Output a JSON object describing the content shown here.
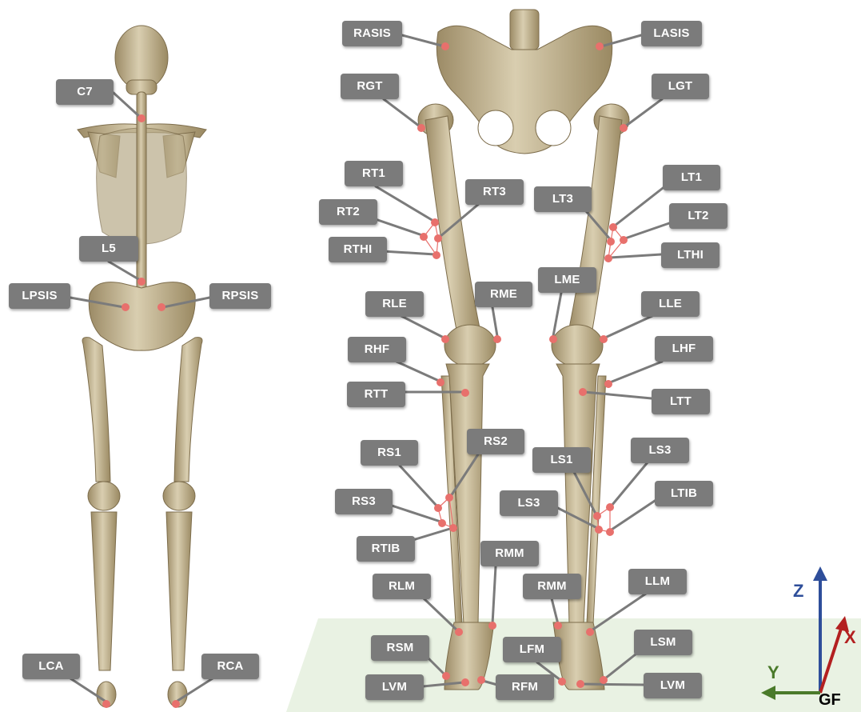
{
  "colors": {
    "bone": "#cdc0a0",
    "bone_dark": "#8f7f5b",
    "marker": "#e8706c",
    "label_bg": "#7b7b7b",
    "floor": "#e9f2e3",
    "axis_z": "#2e4e9a",
    "axis_x": "#b32020",
    "axis_y": "#4a7a2a"
  },
  "posterior_view": {
    "labels": {
      "c7": "C7",
      "l5": "L5",
      "lpsis": "LPSIS",
      "rpsis": "RPSIS",
      "lca": "LCA",
      "rca": "RCA"
    }
  },
  "anterior_view": {
    "labels": {
      "rasis": "RASIS",
      "lasis": "LASIS",
      "rgt": "RGT",
      "lgt": "LGT",
      "rt1": "RT1",
      "rt2": "RT2",
      "rt3": "RT3",
      "rthi": "RTHI",
      "lt1": "LT1",
      "lt2": "LT2",
      "lt3": "LT3",
      "lthi": "LTHI",
      "rle": "RLE",
      "rme": "RME",
      "lme": "LME",
      "lle": "LLE",
      "rhf": "RHF",
      "lhf": "LHF",
      "rtt": "RTT",
      "ltt": "LTT",
      "rs1": "RS1",
      "rs2": "RS2",
      "rs3": "RS3",
      "rtib": "RTIB",
      "ls1": "LS1",
      "ls3_upper": "LS3",
      "ls3_lower": "LS3",
      "ltib": "LTIB",
      "rlm": "RLM",
      "rmm_right": "RMM",
      "rmm_left": "RMM",
      "llm": "LLM",
      "rsm": "RSM",
      "lfm": "LFM",
      "lsm": "LSM",
      "lvm_right": "LVM",
      "rfm": "RFM",
      "lvm_left": "LVM"
    }
  },
  "axes": {
    "z": "Z",
    "x": "X",
    "y": "Y",
    "origin": "GF"
  }
}
